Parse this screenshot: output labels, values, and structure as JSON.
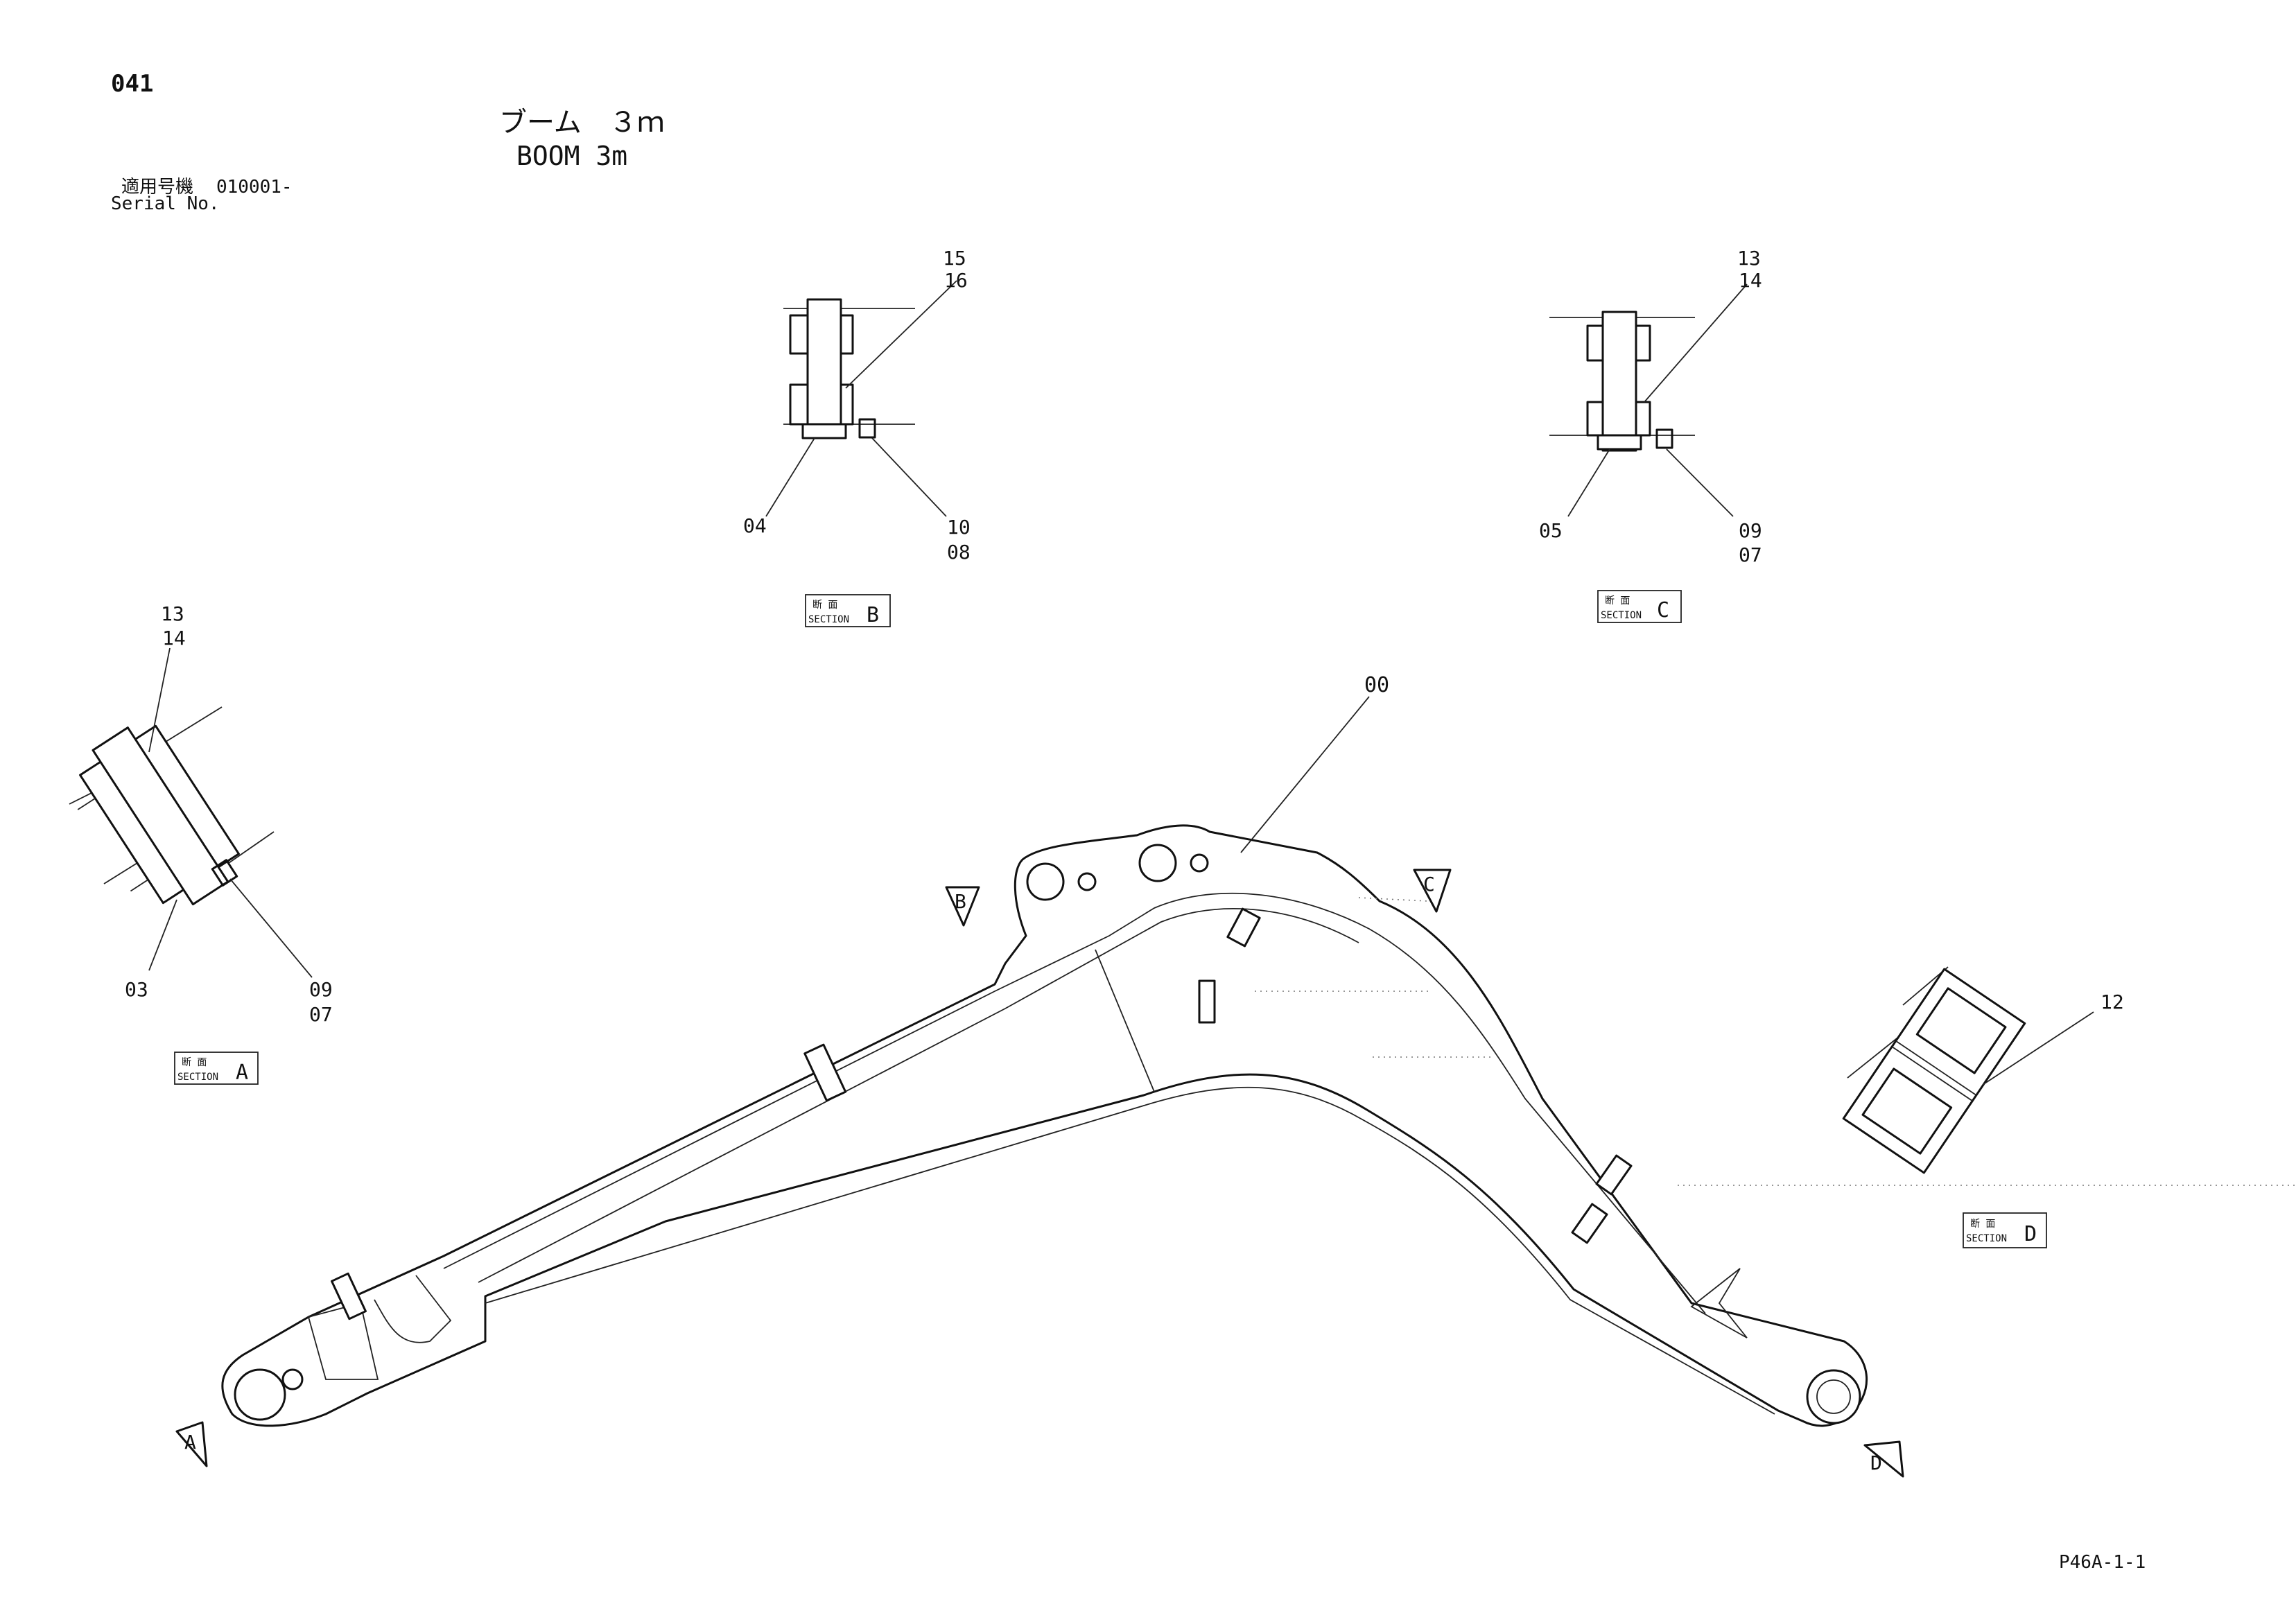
{
  "header": {
    "page_code": "041",
    "title_jp": "ブーム　３ｍ",
    "title_en": "BOOM 3m",
    "serial_label_jp": "適用号機",
    "serial_value": "010001-",
    "serial_label_en": "Serial No."
  },
  "section_tag": {
    "jp": "断 面",
    "en": "SECTION"
  },
  "sections": {
    "A": {
      "letter": "A",
      "callouts": [
        "13",
        "14",
        "03",
        "09",
        "07"
      ]
    },
    "B": {
      "letter": "B",
      "callouts": [
        "15",
        "16",
        "04",
        "10",
        "08"
      ]
    },
    "C": {
      "letter": "C",
      "callouts": [
        "13",
        "14",
        "05",
        "09",
        "07"
      ]
    },
    "D": {
      "letter": "D",
      "callouts": [
        "12"
      ]
    }
  },
  "main_callout": "00",
  "view_markers": [
    "A",
    "B",
    "C",
    "D"
  ],
  "footer": {
    "drawing_ref": "P46A-1-1"
  }
}
